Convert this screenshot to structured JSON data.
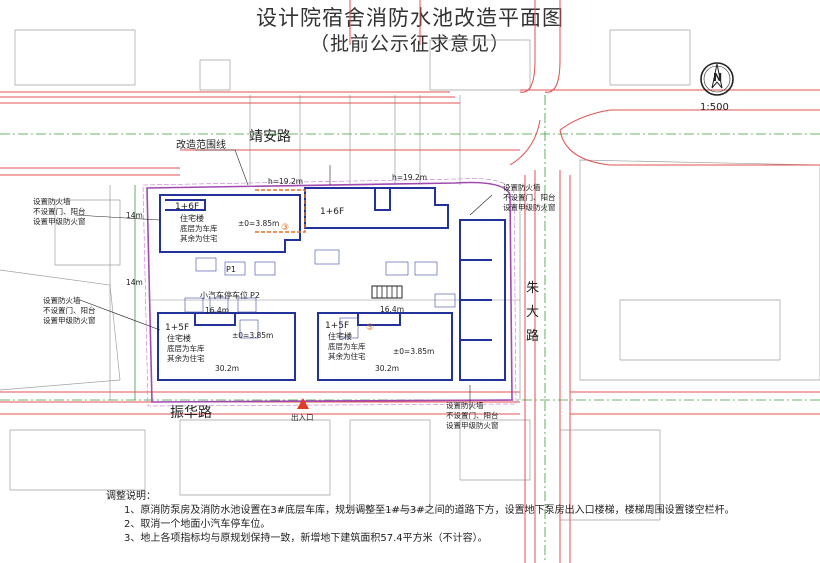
{
  "title": {
    "line1": "设计院宿舍消防水池改造平面图",
    "line2": "（批前公示征求意见）"
  },
  "north": {
    "label": "N",
    "scale": "1:500"
  },
  "roads": {
    "north": "靖安路",
    "south": "振华路",
    "east": [
      "朱",
      "大",
      "路"
    ]
  },
  "labels": {
    "scope": "改造范围线",
    "fire_wall_left1": [
      "设置防火墙",
      "不设置门、阳台",
      "设置甲级防火窗"
    ],
    "fire_wall_left2": [
      "设置防火墙",
      "不设置门、阳台",
      "设置甲级防火窗"
    ],
    "fire_wall_right": [
      "设置防火墙",
      "不设置门、阳台",
      "设置甲级防火窗"
    ],
    "fire_wall_bottom": [
      "设置防火墙",
      "不设置门、阳台",
      "设置甲级防火窗"
    ],
    "entrance": "出入口",
    "car_park": "小汽车停车位",
    "p1": "P1",
    "p2": "P2"
  },
  "buildings": [
    {
      "id": "b3",
      "floors": "1+6F",
      "lines": [
        "住宅楼",
        "底层为车库",
        "其余为住宅"
      ],
      "elev": "±0=3.85m",
      "num": "③"
    },
    {
      "id": "b2",
      "floors": "1+6F",
      "lines": [],
      "elev": "",
      "num": ""
    },
    {
      "id": "b1",
      "floors": "1+5F",
      "lines": [
        "住宅楼",
        "底层为车库",
        "其余为住宅"
      ],
      "elev": "±0=3.85m",
      "num": ""
    },
    {
      "id": "b5",
      "floors": "1+5F",
      "lines": [
        "住宅楼",
        "底层为车库",
        "其余为住宅"
      ],
      "elev": "±0=3.85m",
      "num": "⑤"
    }
  ],
  "dims": {
    "h1": "h=19.2m",
    "h2": "h=19.2m",
    "w1": "30.2m",
    "w2": "30.2m",
    "d1": "16.4m",
    "d2": "16.4m",
    "m1": "14m",
    "m2": "14m"
  },
  "notes": {
    "head": "调整说明：",
    "items": [
      "1、原消防泵房及消防水池设置在3#底层车库，规划调整至1#与3#之间的道路下方，设置地下泵房出入口楼梯，楼梯周围设置镂空栏杆。",
      "2、取消一个地面小汽车停车位。",
      "3、地上各项指标均与原规划保持一致，新增地下建筑面积57.4平方米（不计容）。"
    ]
  },
  "colors": {
    "road": "#e05050",
    "green": "#3c9a3c",
    "boundary": "#a04ab0",
    "building": "#22329a",
    "grey": "#9a9a9a",
    "orange": "#e0702a"
  }
}
